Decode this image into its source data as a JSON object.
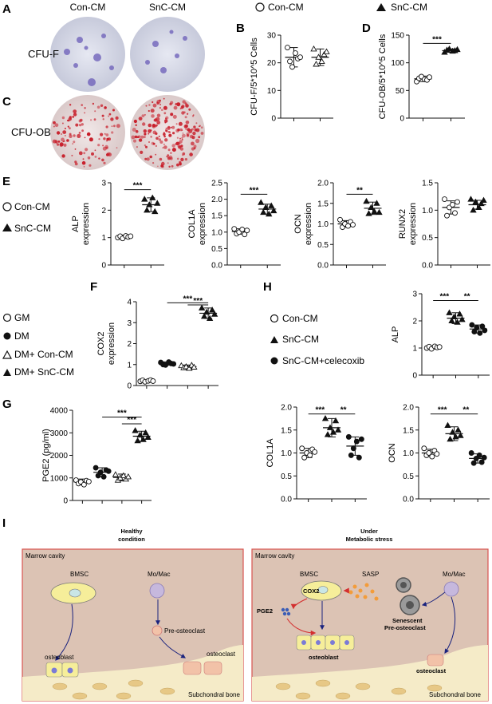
{
  "panel_labels": {
    "A": "A",
    "B": "B",
    "C": "C",
    "D": "D",
    "E": "E",
    "F": "F",
    "G": "G",
    "H": "H",
    "I": "I"
  },
  "colony": {
    "col1": "Con-CM",
    "col2": "SnC-CM",
    "row1": "CFU-F",
    "row2": "CFU-OB"
  },
  "legend_top": [
    "Con-CM",
    "SnC-CM"
  ],
  "legend_e": [
    "Con-CM",
    "SnC-CM"
  ],
  "legend_fg": [
    "GM",
    "DM",
    "DM+ Con-CM",
    "DM+ SnC-CM"
  ],
  "legend_h": [
    "Con-CM",
    "SnC-CM",
    "SnC-CM+celecoxib"
  ],
  "schematic": {
    "left_title1": "Healthy",
    "left_title2": "condition",
    "right_title1": "Under",
    "right_title2": "Metabolic stress",
    "cavity": "Marrow cavity",
    "bmsc": "BMSC",
    "momac": "Mo/Mac",
    "preosteoclast": "Pre-osteoclast",
    "osteoblast": "osteoblast",
    "osteoclast": "osteoclast",
    "subchondral": "Subchondral bone",
    "sasp": "SASP",
    "cox2": "COX2",
    "pge2": "PGE2",
    "senescent": "Senescent",
    "senescent2": "Pre-osteoclast"
  },
  "colors": {
    "bg_schematic": "#dcc3b4",
    "bone": "#f5ebc8",
    "cell_yellow": "#f6ee9a",
    "frame": "#d9534f",
    "arrow": "#1a237e",
    "red_arrow": "#d32f2f"
  },
  "chart_data": [
    {
      "id": "B",
      "type": "scatter",
      "ylabel": "CFU-F/5*10^5 Cells",
      "yticks": [
        0,
        10,
        20,
        30
      ],
      "ylim": [
        0,
        30
      ],
      "groups": [
        {
          "marker": "circle-open",
          "mean": 22,
          "sd": 3.5,
          "points": [
            25.5,
            20.5,
            18.5,
            23.5,
            21.5,
            22
          ]
        },
        {
          "marker": "triangle-open",
          "mean": 22,
          "sd": 3,
          "points": [
            25,
            19.5,
            22,
            20.5,
            23,
            24
          ]
        }
      ],
      "sig": []
    },
    {
      "id": "D",
      "type": "scatter",
      "ylabel": "CFU-OB/5*10^5 Cells",
      "yticks": [
        0,
        50,
        100,
        150
      ],
      "ylim": [
        0,
        150
      ],
      "groups": [
        {
          "marker": "circle-open",
          "mean": 71,
          "sd": 5,
          "points": [
            66,
            72,
            75,
            70,
            69,
            74
          ]
        },
        {
          "marker": "triangle-filled",
          "mean": 122,
          "sd": 3,
          "points": [
            119,
            123,
            125,
            121,
            122,
            124
          ]
        }
      ],
      "sig": [
        {
          "from": 0,
          "to": 1,
          "label": "***",
          "y": 135
        }
      ]
    },
    {
      "id": "E1",
      "type": "scatter",
      "ylabel": "ALP expression",
      "yticks": [
        0,
        1,
        2,
        3
      ],
      "ylim": [
        0,
        3
      ],
      "groups": [
        {
          "marker": "circle-open",
          "mean": 1.03,
          "sd": 0.06,
          "points": [
            1.0,
            1.05,
            0.97,
            1.06,
            1.02,
            1.05
          ]
        },
        {
          "marker": "triangle-filled",
          "mean": 2.2,
          "sd": 0.25,
          "points": [
            2.4,
            2.0,
            2.2,
            2.45,
            1.95,
            2.25
          ]
        }
      ],
      "sig": [
        {
          "from": 0,
          "to": 1,
          "label": "***",
          "y": 2.75
        }
      ]
    },
    {
      "id": "E2",
      "type": "scatter",
      "ylabel": "COL1A expression",
      "yticks": [
        0,
        0.5,
        1.0,
        1.5,
        2.0,
        2.5
      ],
      "ylim": [
        0,
        2.5
      ],
      "groups": [
        {
          "marker": "circle-open",
          "mean": 1.02,
          "sd": 0.08,
          "points": [
            1.1,
            0.95,
            1.0,
            1.08,
            0.93,
            1.05
          ]
        },
        {
          "marker": "triangle-filled",
          "mean": 1.7,
          "sd": 0.15,
          "points": [
            1.9,
            1.6,
            1.75,
            1.55,
            1.8,
            1.65
          ]
        }
      ],
      "sig": [
        {
          "from": 0,
          "to": 1,
          "label": "***",
          "y": 2.15
        }
      ]
    },
    {
      "id": "E3",
      "type": "scatter",
      "ylabel": "OCN expression",
      "yticks": [
        0,
        0.5,
        1.0,
        1.5,
        2.0
      ],
      "ylim": [
        0,
        2.0
      ],
      "groups": [
        {
          "marker": "circle-open",
          "mean": 1.0,
          "sd": 0.08,
          "points": [
            1.1,
            0.92,
            1.0,
            0.95,
            1.05,
            0.98
          ]
        },
        {
          "marker": "triangle-filled",
          "mean": 1.38,
          "sd": 0.15,
          "points": [
            1.55,
            1.25,
            1.4,
            1.3,
            1.5,
            1.28
          ]
        }
      ],
      "sig": [
        {
          "from": 0,
          "to": 1,
          "label": "**",
          "y": 1.72
        }
      ]
    },
    {
      "id": "E4",
      "type": "scatter",
      "ylabel": "RUNX2 expression",
      "yticks": [
        0,
        0.5,
        1.0,
        1.5
      ],
      "ylim": [
        0,
        1.5
      ],
      "groups": [
        {
          "marker": "circle-open",
          "mean": 1.05,
          "sd": 0.12,
          "points": [
            1.2,
            0.9,
            1.05,
            1.1,
            0.95,
            1.15
          ]
        },
        {
          "marker": "triangle-filled",
          "mean": 1.1,
          "sd": 0.08,
          "points": [
            1.2,
            1.0,
            1.15,
            1.05,
            1.12,
            1.18
          ]
        }
      ],
      "sig": []
    },
    {
      "id": "F",
      "type": "scatter",
      "ylabel": "COX2 expression",
      "yticks": [
        0,
        1,
        2,
        3,
        4
      ],
      "ylim": [
        0,
        4
      ],
      "groups": [
        {
          "marker": "circle-open",
          "mean": 0.22,
          "sd": 0.05,
          "points": [
            0.2,
            0.25,
            0.18,
            0.22,
            0.26,
            0.21
          ]
        },
        {
          "marker": "circle-filled",
          "mean": 1.05,
          "sd": 0.08,
          "points": [
            1.1,
            1.0,
            0.98,
            1.12,
            1.05,
            1.03
          ]
        },
        {
          "marker": "triangle-open",
          "mean": 0.9,
          "sd": 0.08,
          "points": [
            0.95,
            0.85,
            0.9,
            0.82,
            0.97,
            0.88
          ]
        },
        {
          "marker": "triangle-filled",
          "mean": 3.45,
          "sd": 0.25,
          "points": [
            3.7,
            3.3,
            3.5,
            3.2,
            3.6,
            3.4
          ]
        }
      ],
      "sig": [
        {
          "from": 3,
          "to": 1,
          "label": "***",
          "y": 3.95
        },
        {
          "from": 2,
          "to": 3,
          "label": "***",
          "y": 3.85
        }
      ]
    },
    {
      "id": "G",
      "type": "scatter",
      "ylabel": "PGE2 (pg/ml)",
      "yticks": [
        0,
        1000,
        2000,
        3000,
        4000
      ],
      "ylim": [
        0,
        4000
      ],
      "groups": [
        {
          "marker": "circle-open",
          "mean": 820,
          "sd": 130,
          "points": [
            900,
            750,
            820,
            700,
            880,
            840
          ]
        },
        {
          "marker": "circle-filled",
          "mean": 1250,
          "sd": 200,
          "points": [
            1450,
            1100,
            1250,
            1050,
            1350,
            1300
          ]
        },
        {
          "marker": "triangle-open",
          "mean": 1020,
          "sd": 150,
          "points": [
            1150,
            900,
            1000,
            1100,
            950,
            1050
          ]
        },
        {
          "marker": "triangle-filled",
          "mean": 2850,
          "sd": 220,
          "points": [
            3100,
            2650,
            2900,
            2700,
            3000,
            2800
          ]
        }
      ],
      "sig": [
        {
          "from": 3,
          "to": 1,
          "label": "***",
          "y": 3700
        },
        {
          "from": 2,
          "to": 3,
          "label": "***",
          "y": 3400
        }
      ]
    },
    {
      "id": "H1",
      "type": "scatter",
      "ylabel": "ALP",
      "yticks": [
        0,
        1,
        2,
        3
      ],
      "ylim": [
        0,
        3
      ],
      "groups": [
        {
          "marker": "circle-open",
          "mean": 1.02,
          "sd": 0.06,
          "points": [
            1.0,
            1.05,
            0.97,
            1.06,
            1.02,
            1.04
          ]
        },
        {
          "marker": "triangle-filled",
          "mean": 2.1,
          "sd": 0.2,
          "points": [
            2.3,
            2.0,
            2.15,
            1.95,
            2.25,
            2.05
          ]
        },
        {
          "marker": "circle-filled",
          "mean": 1.7,
          "sd": 0.15,
          "points": [
            1.85,
            1.6,
            1.75,
            1.55,
            1.8,
            1.65
          ]
        }
      ],
      "sig": [
        {
          "from": 0,
          "to": 1,
          "label": "***",
          "y": 2.75
        },
        {
          "from": 1,
          "to": 2,
          "label": "**",
          "y": 2.75
        }
      ]
    },
    {
      "id": "H2",
      "type": "scatter",
      "ylabel": "COL1A",
      "yticks": [
        0,
        0.5,
        1.0,
        1.5,
        2.0
      ],
      "ylim": [
        0,
        2.0
      ],
      "groups": [
        {
          "marker": "circle-open",
          "mean": 1.0,
          "sd": 0.1,
          "points": [
            1.1,
            0.9,
            1.0,
            0.95,
            1.08,
            1.02
          ]
        },
        {
          "marker": "triangle-filled",
          "mean": 1.55,
          "sd": 0.2,
          "points": [
            1.75,
            1.4,
            1.55,
            1.45,
            1.7,
            1.5
          ]
        },
        {
          "marker": "circle-filled",
          "mean": 1.15,
          "sd": 0.2,
          "points": [
            1.35,
            0.95,
            1.1,
            1.25,
            0.9,
            1.3
          ]
        }
      ],
      "sig": [
        {
          "from": 0,
          "to": 1,
          "label": "***",
          "y": 1.85
        },
        {
          "from": 1,
          "to": 2,
          "label": "**",
          "y": 1.85
        }
      ]
    },
    {
      "id": "H3",
      "type": "scatter",
      "ylabel": "OCN",
      "yticks": [
        0,
        0.5,
        1.0,
        1.5,
        2.0
      ],
      "ylim": [
        0,
        2.0
      ],
      "groups": [
        {
          "marker": "circle-open",
          "mean": 1.0,
          "sd": 0.08,
          "points": [
            1.1,
            0.95,
            1.0,
            0.92,
            1.05,
            0.98
          ]
        },
        {
          "marker": "triangle-filled",
          "mean": 1.42,
          "sd": 0.15,
          "points": [
            1.6,
            1.3,
            1.45,
            1.35,
            1.5,
            1.38
          ]
        },
        {
          "marker": "circle-filled",
          "mean": 0.88,
          "sd": 0.1,
          "points": [
            1.0,
            0.78,
            0.88,
            0.95,
            0.8,
            0.9
          ]
        }
      ],
      "sig": [
        {
          "from": 0,
          "to": 1,
          "label": "***",
          "y": 1.85
        },
        {
          "from": 1,
          "to": 2,
          "label": "**",
          "y": 1.85
        }
      ]
    }
  ]
}
